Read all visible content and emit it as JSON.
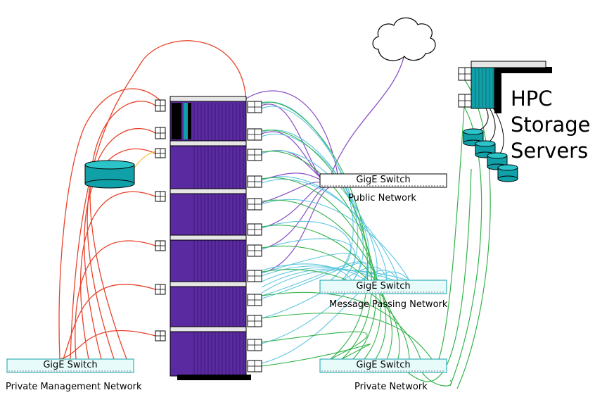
{
  "storage": {
    "label_lines": [
      "HPC",
      "Storage",
      "Servers"
    ]
  },
  "switches": {
    "public": {
      "label": "GigE Switch",
      "network": "Public Network"
    },
    "message_passing": {
      "label": "GigE Switch",
      "network": "Message Passing Network"
    },
    "private": {
      "label": "GigE Switch",
      "network": "Private Network"
    },
    "management": {
      "label": "GigE Switch",
      "network": "Private Management Network"
    }
  },
  "colors": {
    "management_cable": "#e8432a",
    "public_cable": "#8a4fc8",
    "message_cable": "#5fc6e0",
    "private_cable": "#34b34a",
    "disk_link": "#f2c94c",
    "node_fill": "#5a2aa0",
    "switch_fill": "#e8fbfb",
    "disk_fill": "#10a0a8"
  }
}
